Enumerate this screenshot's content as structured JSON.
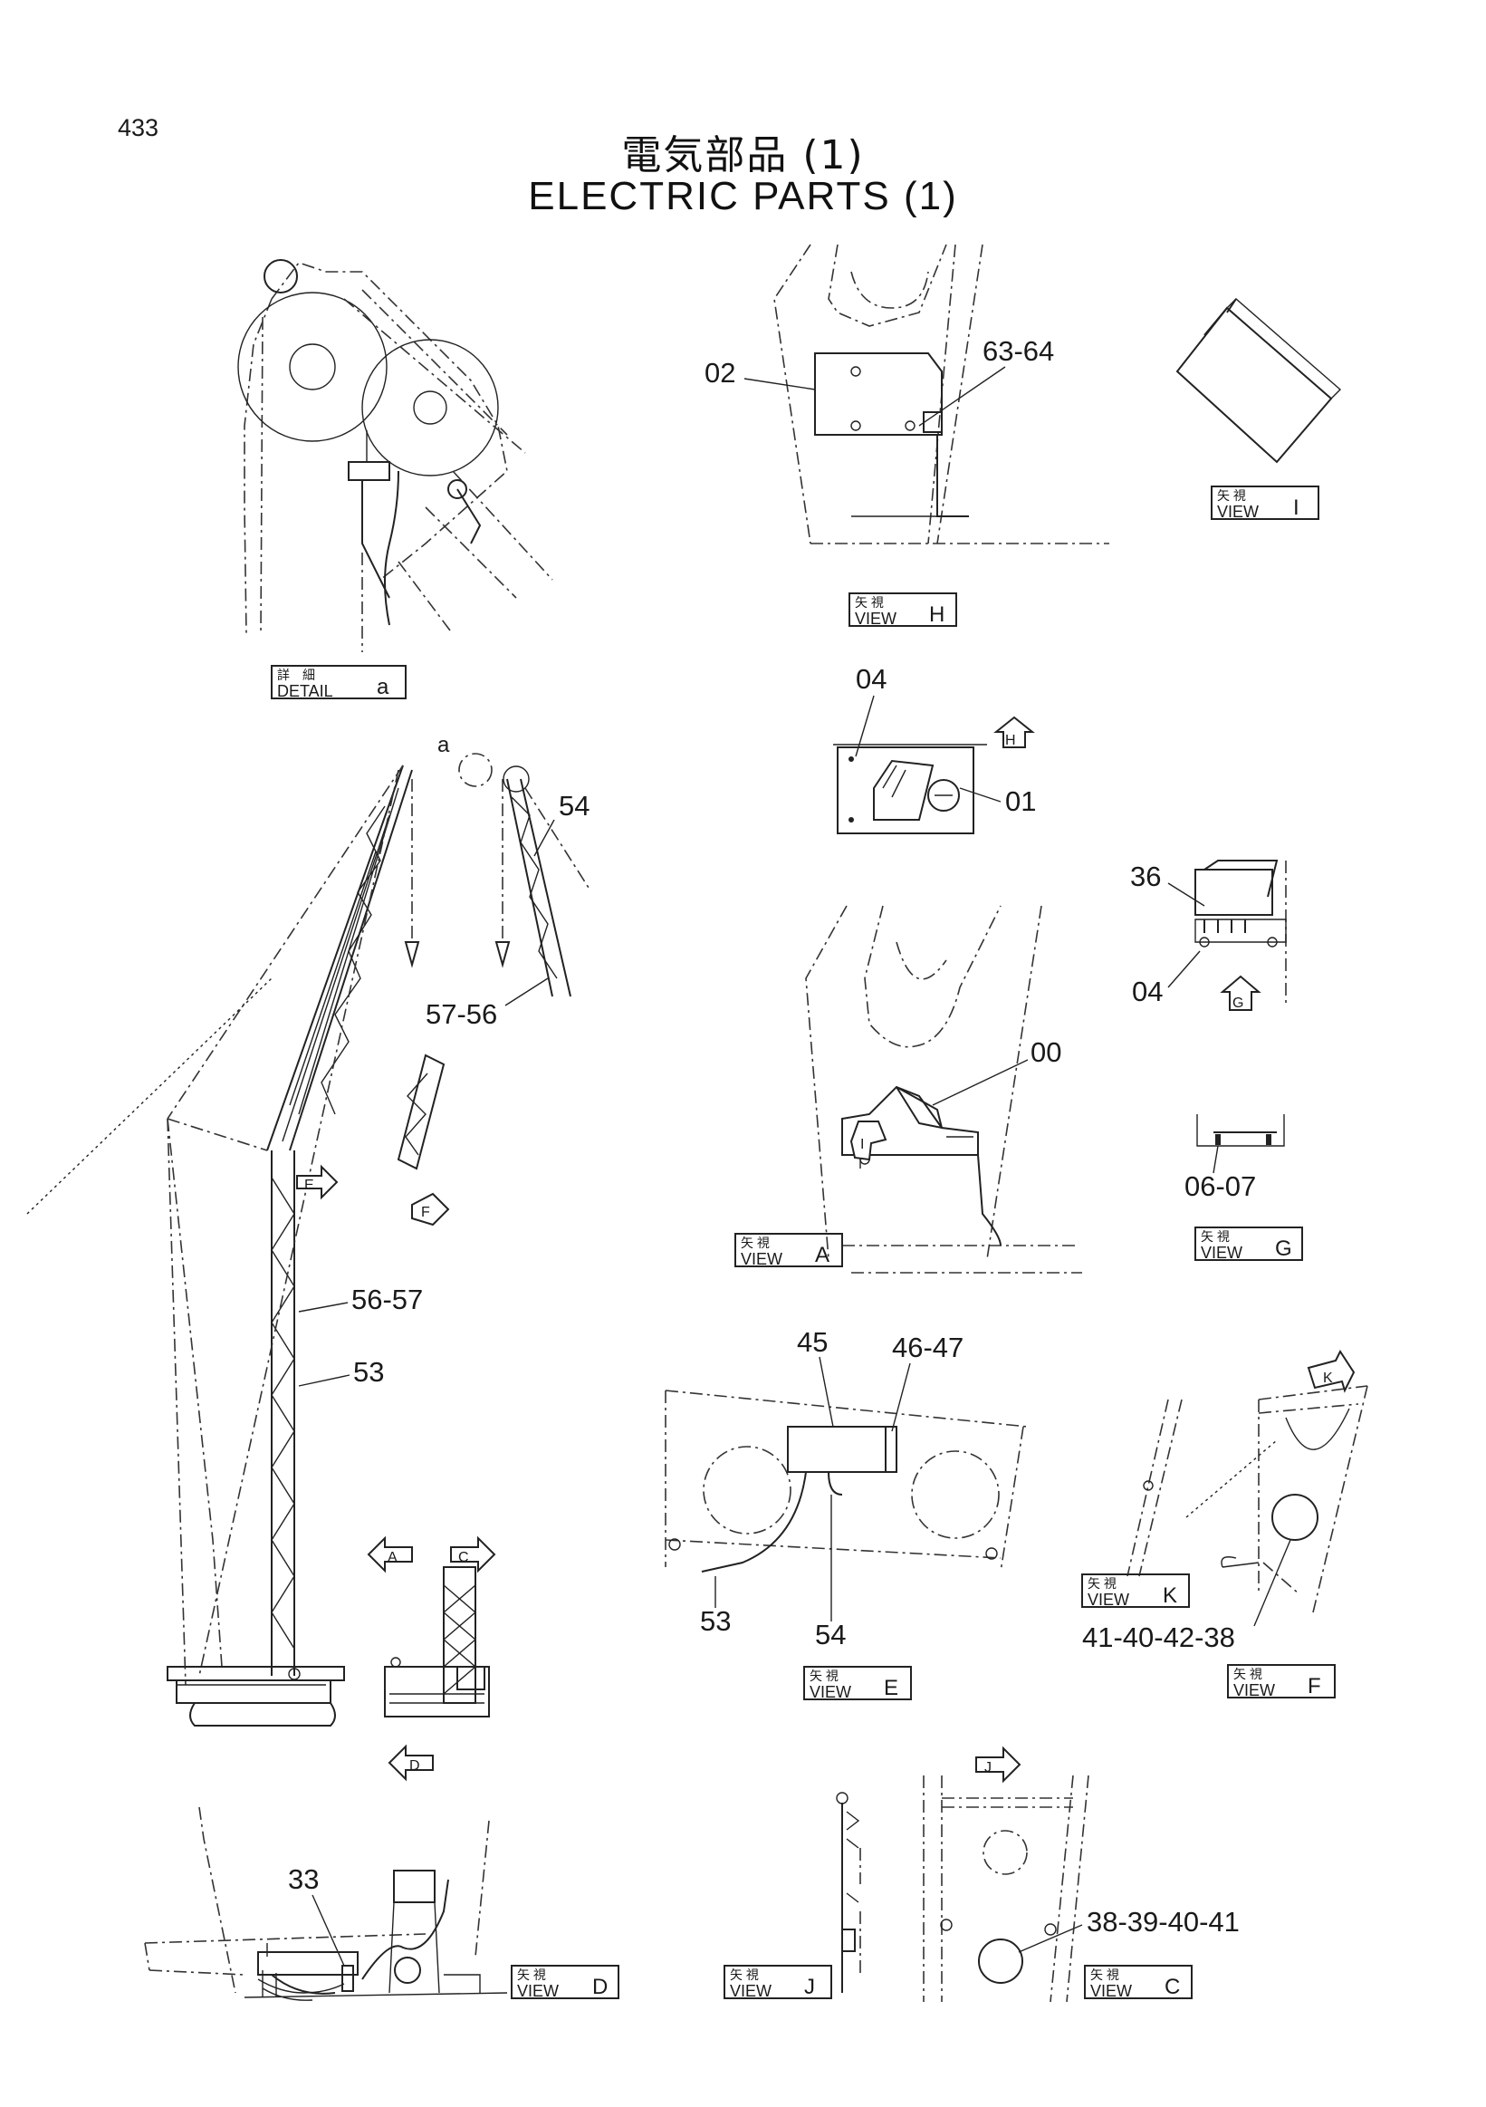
{
  "page": {
    "number": "433",
    "title_jp": "電気部品 (1)",
    "title_en": "ELECTRIC PARTS (1)"
  },
  "views": {
    "detail_a": {
      "jp": "詳　細",
      "en": "DETAIL",
      "letter": "a"
    },
    "h": {
      "jp": "矢 視",
      "en": "VIEW",
      "letter": "H"
    },
    "i": {
      "jp": "矢 視",
      "en": "VIEW",
      "letter": "I"
    },
    "a": {
      "jp": "矢 視",
      "en": "VIEW",
      "letter": "A"
    },
    "g": {
      "jp": "矢 視",
      "en": "VIEW",
      "letter": "G"
    },
    "e": {
      "jp": "矢 視",
      "en": "VIEW",
      "letter": "E"
    },
    "k": {
      "jp": "矢 視",
      "en": "VIEW",
      "letter": "K"
    },
    "f": {
      "jp": "矢 視",
      "en": "VIEW",
      "letter": "F"
    },
    "d": {
      "jp": "矢 視",
      "en": "VIEW",
      "letter": "D"
    },
    "j": {
      "jp": "矢 視",
      "en": "VIEW",
      "letter": "J"
    },
    "c": {
      "jp": "矢 視",
      "en": "VIEW",
      "letter": "C"
    }
  },
  "arrows": {
    "h": "H",
    "g": "G",
    "i": "I",
    "e": "E",
    "f": "F",
    "a": "A",
    "c": "C",
    "d": "D",
    "k": "K",
    "j": "J"
  },
  "detail_marker": "a",
  "callouts": {
    "c02": "02",
    "c63_64": "63-64",
    "c04_top": "04",
    "c01": "01",
    "c54_top": "54",
    "c57_56": "57-56",
    "c36": "36",
    "c04_g": "04",
    "c00": "00",
    "c06_07": "06-07",
    "c56_57": "56-57",
    "c53": "53",
    "c45": "45",
    "c46_47": "46-47",
    "c53_e": "53",
    "c54_e": "54",
    "c41_40_42_38": "41-40-42-38",
    "c33": "33",
    "c38_39_40_41": "38-39-40-41"
  }
}
